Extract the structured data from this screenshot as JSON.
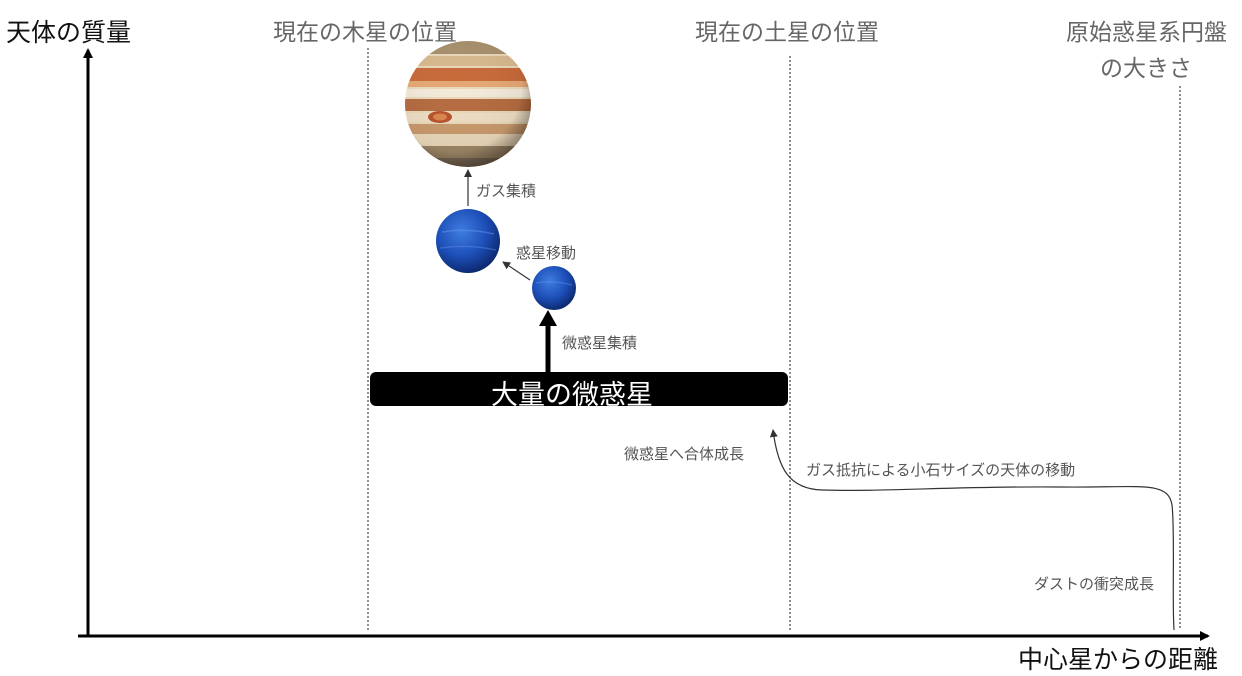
{
  "axes": {
    "y_label": "天体の質量",
    "x_label": "中心星からの距離"
  },
  "regions": {
    "jupiter": "現在の木星の位置",
    "saturn": "現在の土星の位置",
    "disk_line1": "原始惑星系円盤",
    "disk_line2": "の大きさ"
  },
  "bar": {
    "label": "大量の微惑星"
  },
  "steps": {
    "gas_accretion": "ガス集積",
    "migration": "惑星移動",
    "planetesimal_accretion": "微惑星集積",
    "coalescence": "微惑星へ合体成長",
    "drag": "ガス抵抗による小石サイズの天体の移動",
    "dust": "ダストの衝突成長"
  },
  "colors": {
    "axis": "#000000",
    "guide": "#444444",
    "label_gray": "#666666",
    "bar": "#000000",
    "planet_blue": "#1d4fb8",
    "jupiter_band": "#c76a3a"
  }
}
